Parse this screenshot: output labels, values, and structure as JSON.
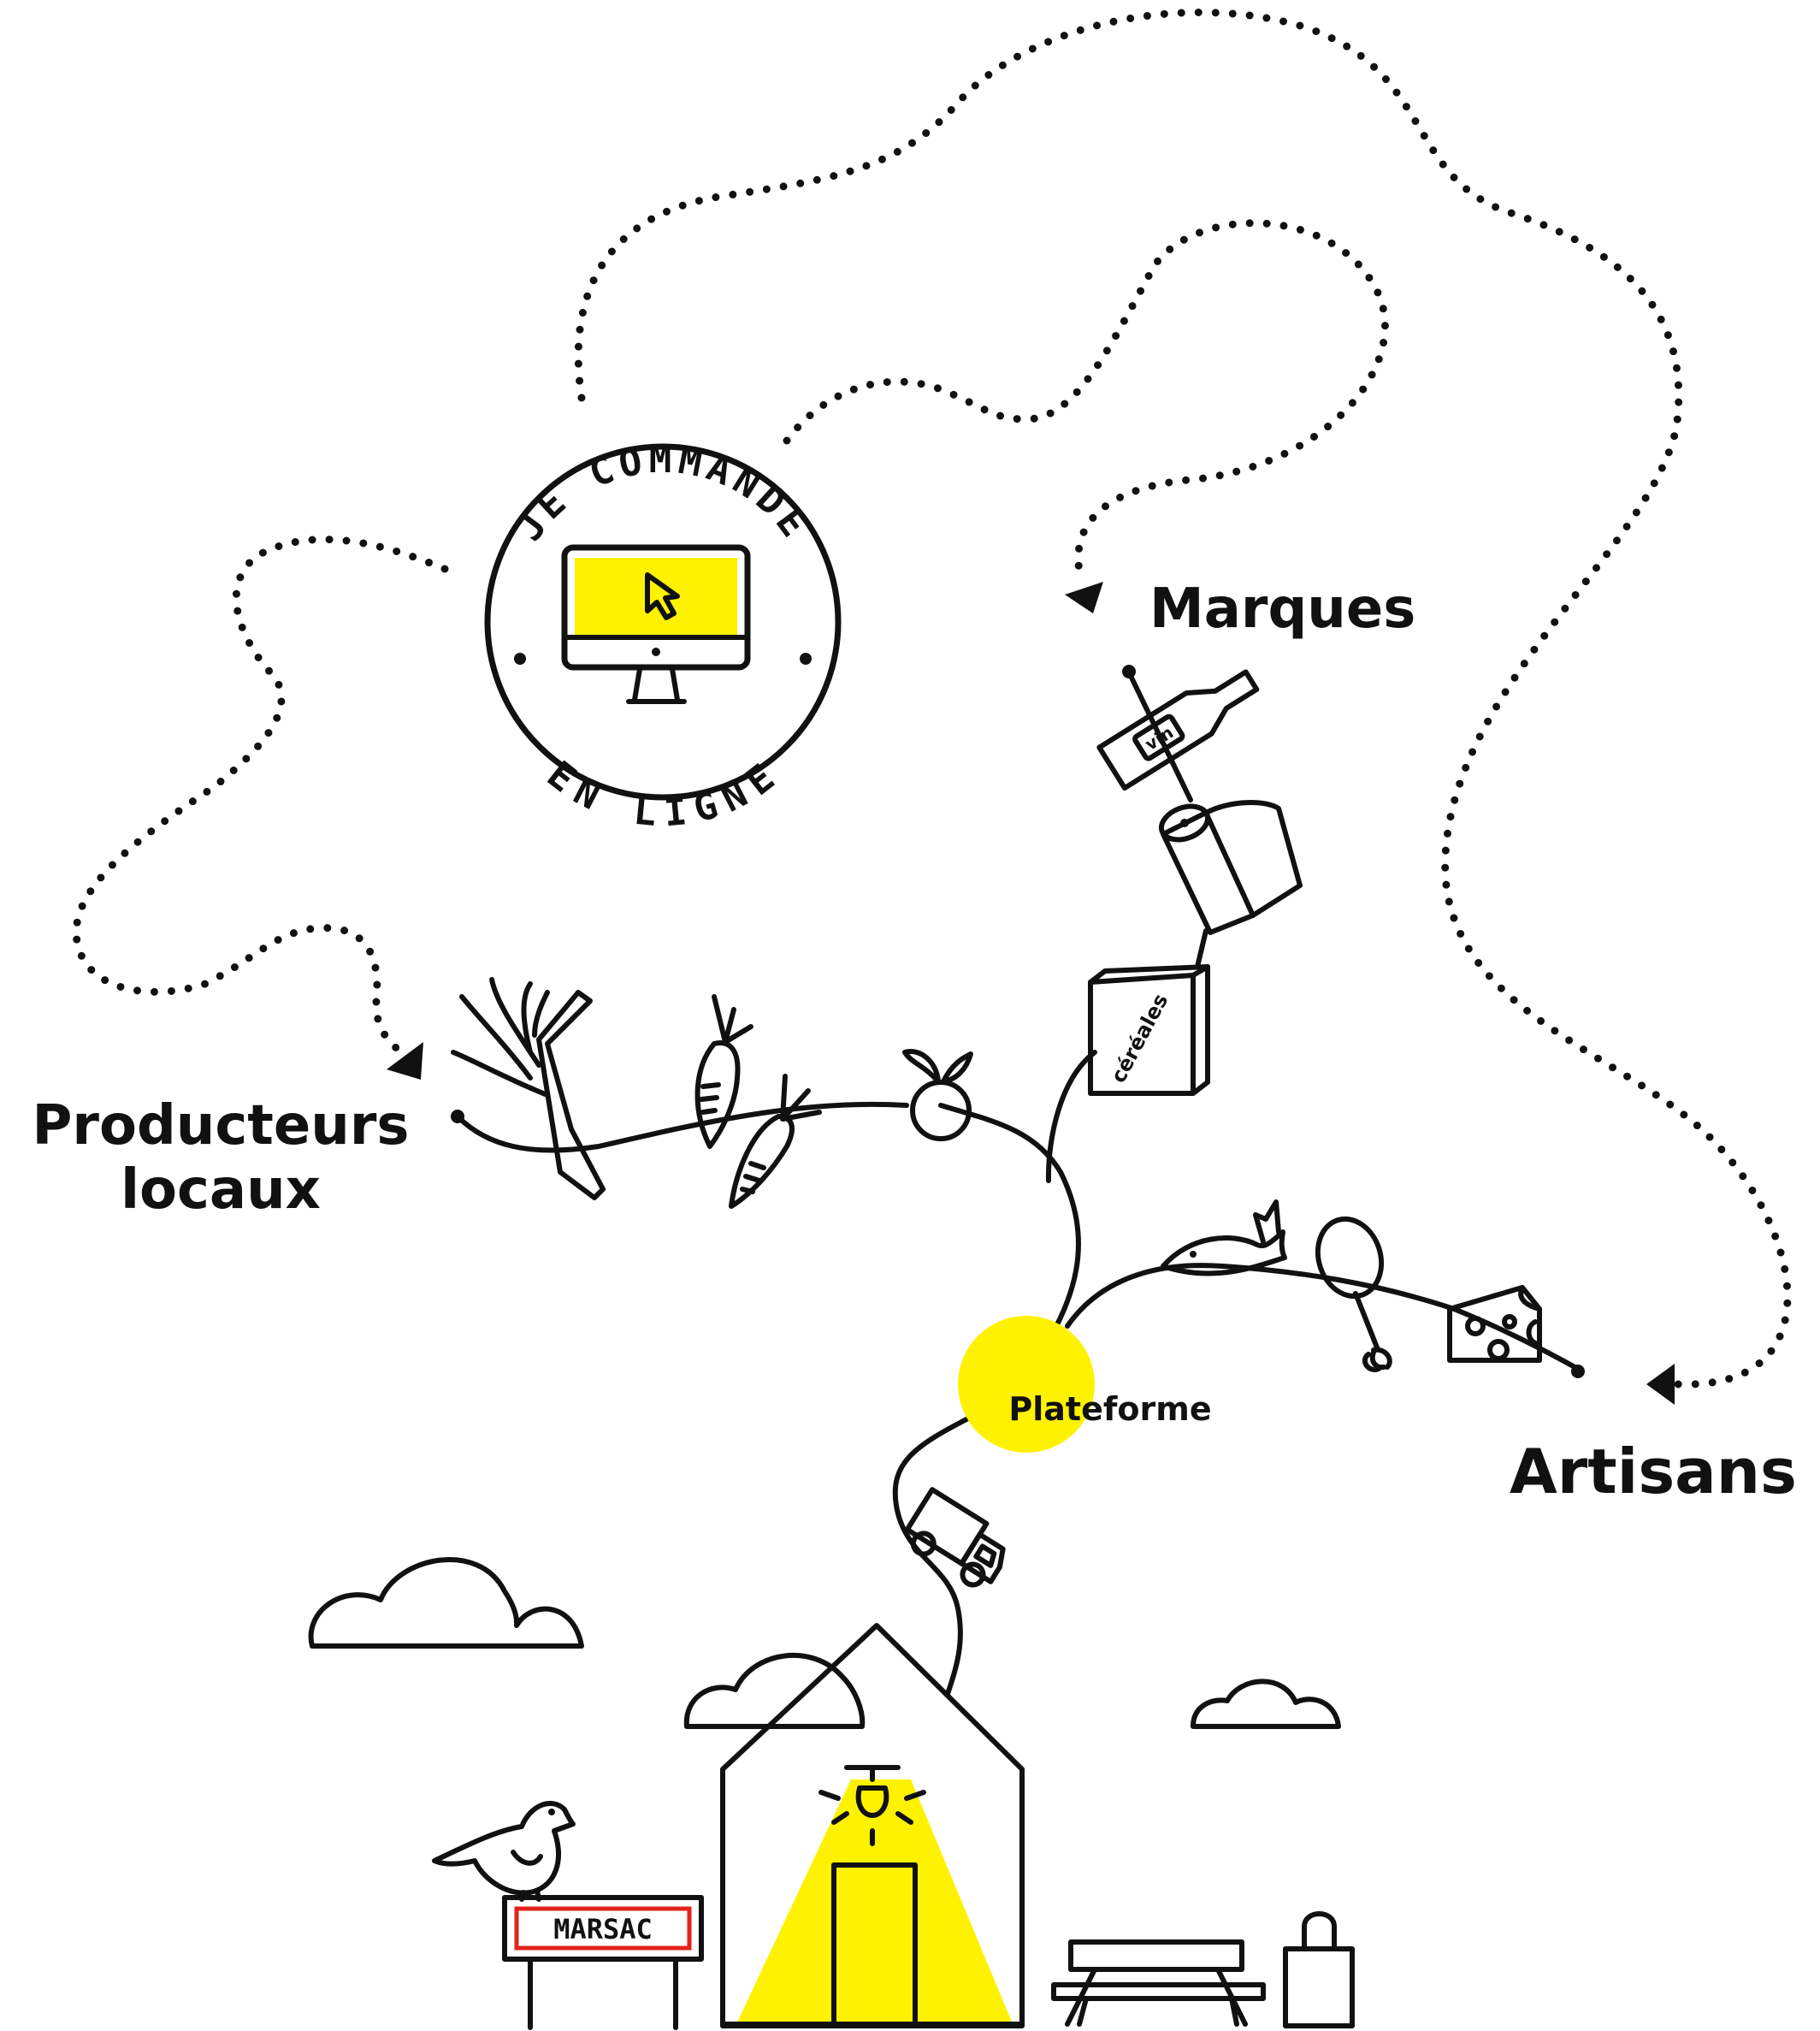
{
  "colors": {
    "accent": "#FFF200",
    "ink": "#111111",
    "sign_red": "#E2231A"
  },
  "badge": {
    "top_text": "JE COMMANDE",
    "bottom_text": "EN LIGNE"
  },
  "labels": {
    "marques": "Marques",
    "producteurs_line1": "Producteurs",
    "producteurs_line2": "locaux",
    "artisans": "Artisans",
    "plateforme": "Plateforme",
    "wine": "vin",
    "cereal": "céréales",
    "town_sign": "MARSAC"
  },
  "icons": [
    "computer-monitor-icon",
    "mouse-cursor-icon",
    "wine-bottle-icon",
    "paper-towel-icon",
    "cereal-box-icon",
    "leek-icon",
    "carrot-icon",
    "apple-icon",
    "fish-icon",
    "chicken-leg-icon",
    "cheese-icon",
    "delivery-truck-icon",
    "house-icon",
    "bird-icon",
    "bench-icon",
    "shopping-bag-icon",
    "cloud-icon"
  ]
}
